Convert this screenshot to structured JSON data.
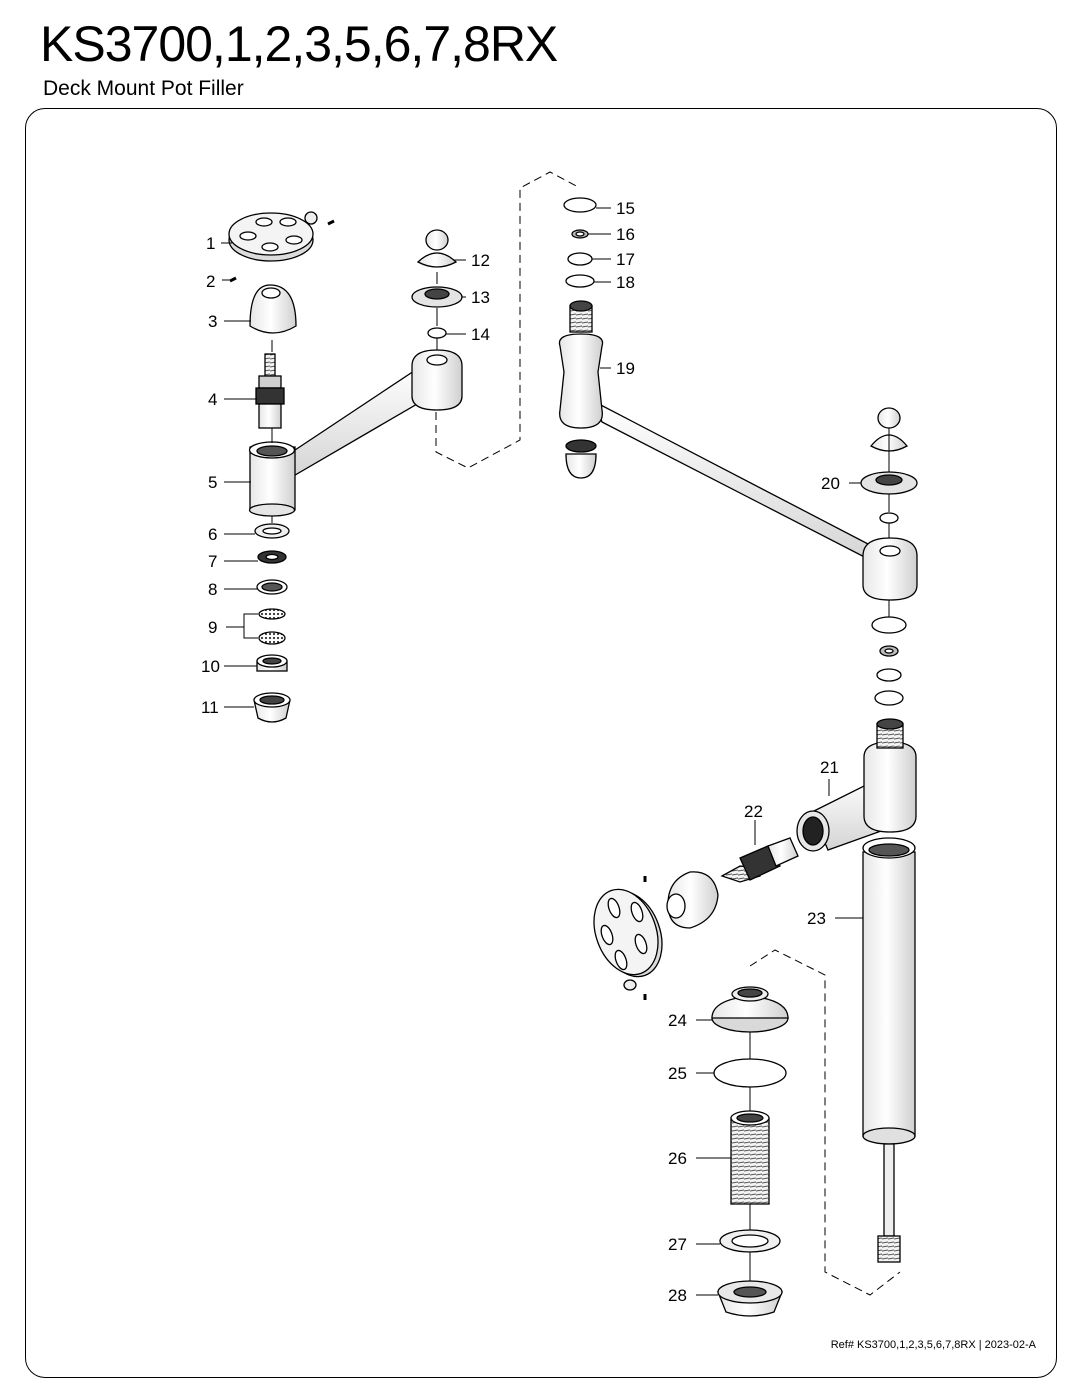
{
  "header": {
    "model": "KS3700,1,2,3,5,6,7,8RX",
    "description": "Deck Mount Pot Filler"
  },
  "footer": {
    "reference": "Ref# KS3700,1,2,3,5,6,7,8RX | 2023-02-A"
  },
  "callouts": [
    "1",
    "2",
    "3",
    "4",
    "5",
    "6",
    "7",
    "8",
    "9",
    "10",
    "11",
    "12",
    "13",
    "14",
    "15",
    "16",
    "17",
    "18",
    "19",
    "20",
    "21",
    "22",
    "23",
    "24",
    "25",
    "26",
    "27",
    "28"
  ],
  "colors": {
    "line": "#000000",
    "fill_light": "#f2f2f2",
    "fill_mid": "#d9d9d9",
    "fill_dark": "#555555"
  }
}
